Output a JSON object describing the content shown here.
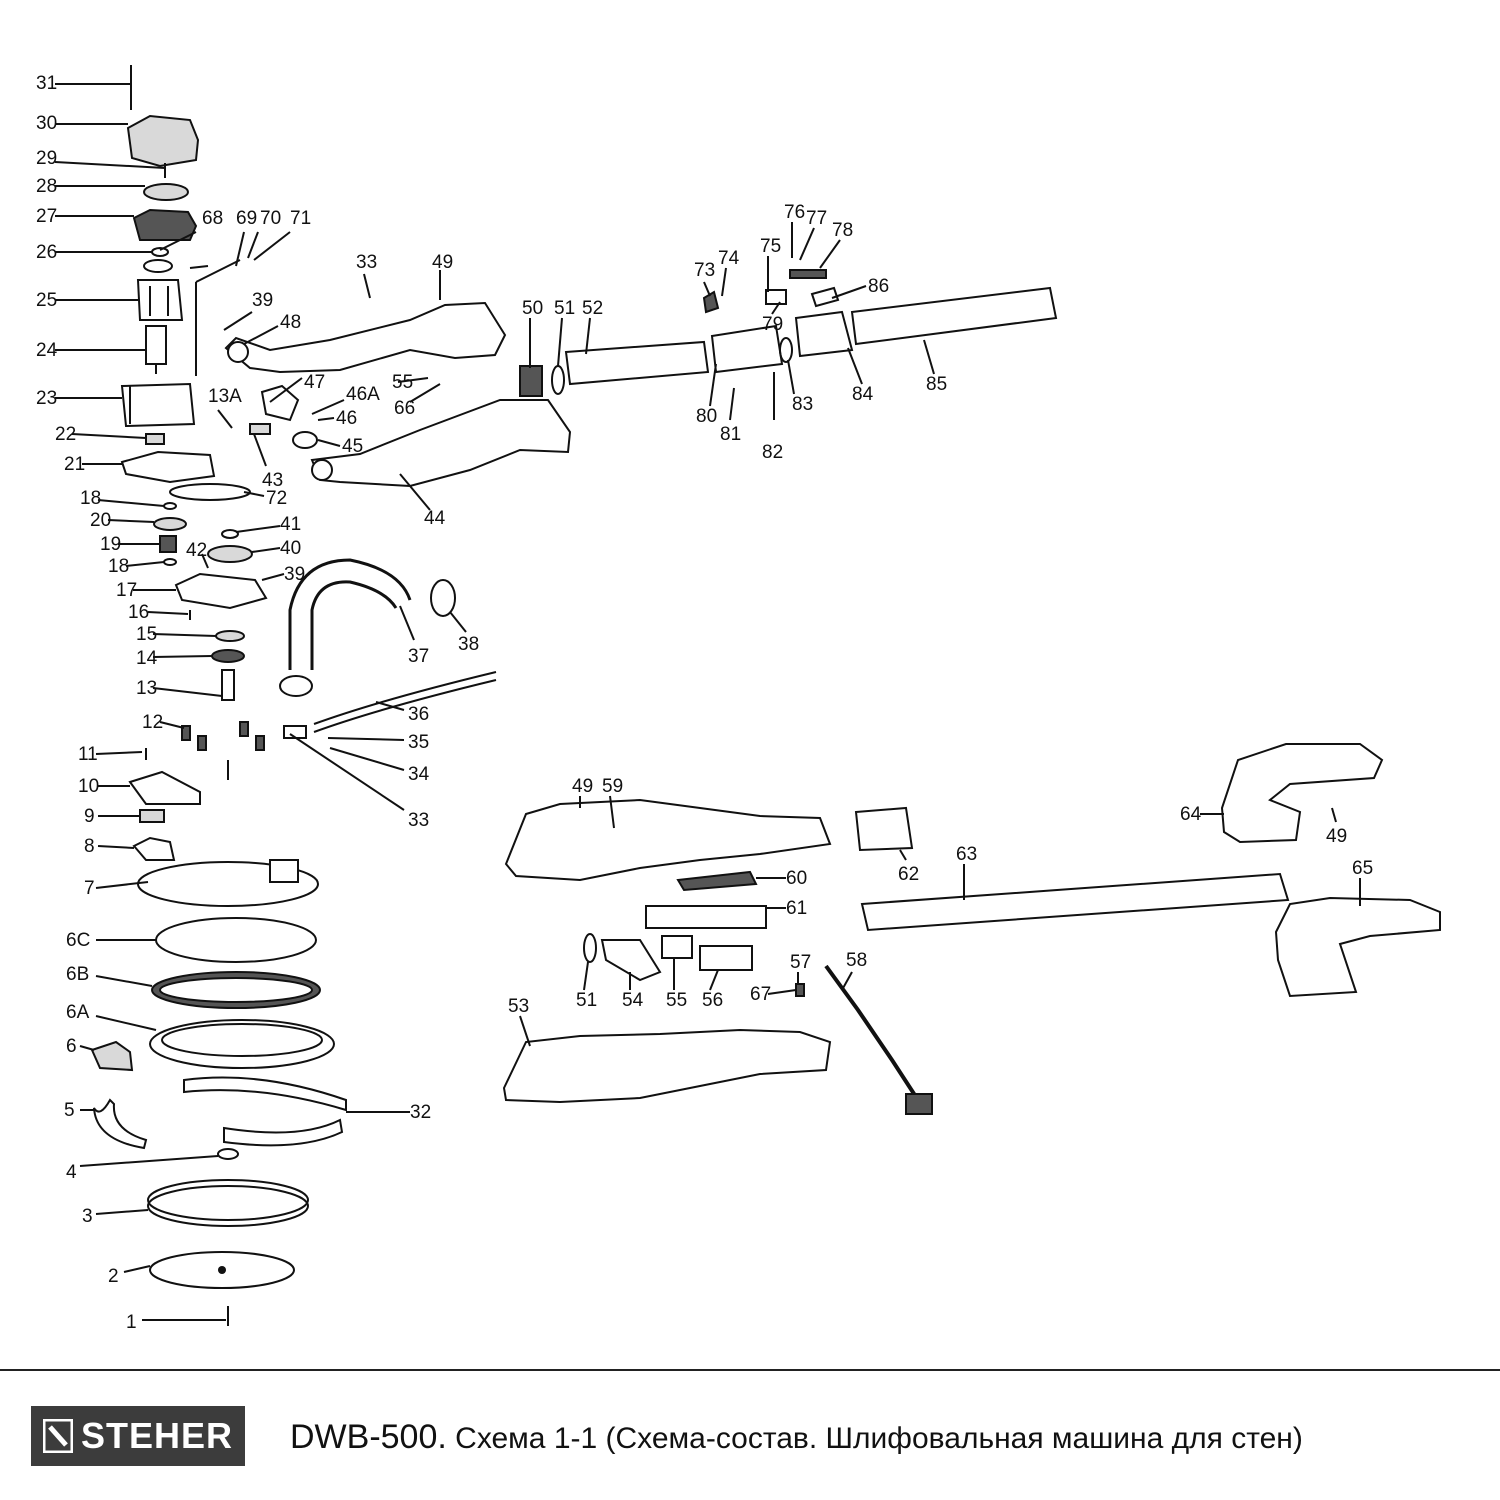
{
  "brand": "STEHER",
  "caption": {
    "model": "DWB-500.",
    "text": " Схема 1-1 (Схема-состав. Шлифовальная машина для стен)"
  },
  "colors": {
    "logo_bg": "#3c3c3c",
    "ink": "#111111"
  },
  "callouts": {
    "31": "31",
    "30": "30",
    "29": "29",
    "28": "28",
    "27": "27",
    "26": "26",
    "25": "25",
    "24": "24",
    "23": "23",
    "22": "22",
    "21": "21",
    "20": "20",
    "19": "19",
    "18a": "18",
    "18b": "18",
    "17": "17",
    "16": "16",
    "15": "15",
    "14": "14",
    "13": "13",
    "12": "12",
    "11": "11",
    "10": "10",
    "9": "9",
    "8": "8",
    "7": "7",
    "6C": "6C",
    "6B": "6B",
    "6A": "6A",
    "6": "6",
    "5": "5",
    "4": "4",
    "3": "3",
    "2": "2",
    "1": "1",
    "32": "32",
    "68": "68",
    "69": "69",
    "70": "70",
    "71": "71",
    "39a": "39",
    "48": "48",
    "47": "47",
    "46A": "46A",
    "46": "46",
    "45": "45",
    "43": "43",
    "13A": "13A",
    "72": "72",
    "41": "41",
    "40": "40",
    "42": "42",
    "39b": "39",
    "33a": "33",
    "49a": "49",
    "55": "55",
    "66": "66",
    "44": "44",
    "37": "37",
    "38": "38",
    "36": "36",
    "35": "35",
    "34": "34",
    "33b": "33",
    "50": "50",
    "51a": "51",
    "52": "52",
    "73": "73",
    "74": "74",
    "75": "75",
    "76": "76",
    "77": "77",
    "78": "78",
    "79": "79",
    "86": "86",
    "80": "80",
    "81": "81",
    "82": "82",
    "83": "83",
    "84": "84",
    "85": "85",
    "49b": "49",
    "59": "59",
    "60": "60",
    "61": "61",
    "51b": "51",
    "54": "54",
    "55b": "55",
    "56": "56",
    "57": "57",
    "58": "58",
    "67": "67",
    "53": "53",
    "62": "62",
    "63": "63",
    "64": "64",
    "49c": "49",
    "65": "65"
  }
}
